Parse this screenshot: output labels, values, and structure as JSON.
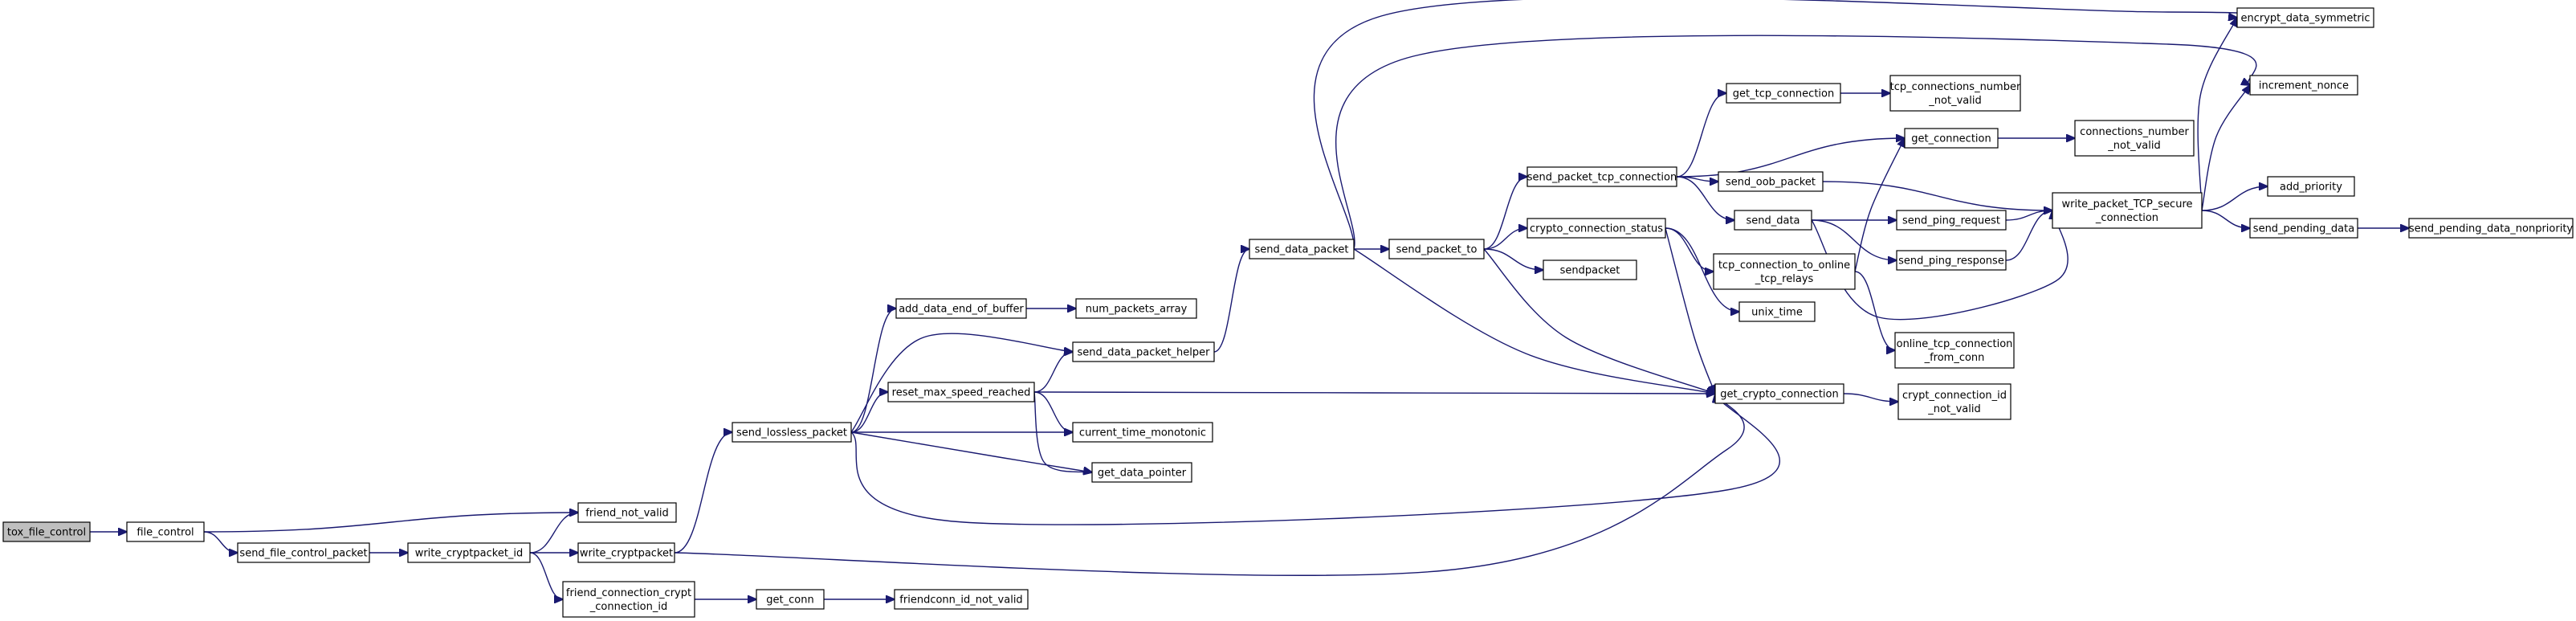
{
  "diagram": {
    "edge_color": "#191970",
    "root_fill": "#bfbfbf",
    "nodes": [
      {
        "id": "tox_file_control",
        "lines": [
          "tox_file_control"
        ],
        "root": true
      },
      {
        "id": "file_control",
        "lines": [
          "file_control"
        ]
      },
      {
        "id": "friend_not_valid",
        "lines": [
          "friend_not_valid"
        ]
      },
      {
        "id": "send_file_control_packet",
        "lines": [
          "send_file_control_packet"
        ]
      },
      {
        "id": "write_cryptpacket_id",
        "lines": [
          "write_cryptpacket_id"
        ]
      },
      {
        "id": "write_cryptpacket",
        "lines": [
          "write_cryptpacket"
        ]
      },
      {
        "id": "friend_connection_crypt_connection_id",
        "lines": [
          "friend_connection_crypt",
          "_connection_id"
        ]
      },
      {
        "id": "get_conn",
        "lines": [
          "get_conn"
        ]
      },
      {
        "id": "friendconn_id_not_valid",
        "lines": [
          "friendconn_id_not_valid"
        ]
      },
      {
        "id": "send_lossless_packet",
        "lines": [
          "send_lossless_packet"
        ]
      },
      {
        "id": "add_data_end_of_buffer",
        "lines": [
          "add_data_end_of_buffer"
        ]
      },
      {
        "id": "num_packets_array",
        "lines": [
          "num_packets_array"
        ]
      },
      {
        "id": "send_data_packet_helper",
        "lines": [
          "send_data_packet_helper"
        ]
      },
      {
        "id": "reset_max_speed_reached",
        "lines": [
          "reset_max_speed_reached"
        ]
      },
      {
        "id": "current_time_monotonic",
        "lines": [
          "current_time_monotonic"
        ]
      },
      {
        "id": "get_data_pointer",
        "lines": [
          "get_data_pointer"
        ]
      },
      {
        "id": "send_data_packet",
        "lines": [
          "send_data_packet"
        ]
      },
      {
        "id": "send_packet_to",
        "lines": [
          "send_packet_to"
        ]
      },
      {
        "id": "send_packet_tcp_connection",
        "lines": [
          "send_packet_tcp_connection"
        ]
      },
      {
        "id": "crypto_connection_status",
        "lines": [
          "crypto_connection_status"
        ]
      },
      {
        "id": "sendpacket",
        "lines": [
          "sendpacket"
        ]
      },
      {
        "id": "get_tcp_connection",
        "lines": [
          "get_tcp_connection"
        ]
      },
      {
        "id": "tcp_connections_number_not_valid",
        "lines": [
          "tcp_connections_number",
          "_not_valid"
        ]
      },
      {
        "id": "get_connection",
        "lines": [
          "get_connection"
        ]
      },
      {
        "id": "connections_number_not_valid",
        "lines": [
          "connections_number",
          "_not_valid"
        ]
      },
      {
        "id": "send_oob_packet",
        "lines": [
          "send_oob_packet"
        ]
      },
      {
        "id": "send_data",
        "lines": [
          "send_data"
        ]
      },
      {
        "id": "send_ping_request",
        "lines": [
          "send_ping_request"
        ]
      },
      {
        "id": "send_ping_response",
        "lines": [
          "send_ping_response"
        ]
      },
      {
        "id": "tcp_connection_to_online_tcp_relays",
        "lines": [
          "tcp_connection_to_online",
          "_tcp_relays"
        ]
      },
      {
        "id": "unix_time",
        "lines": [
          "unix_time"
        ]
      },
      {
        "id": "online_tcp_connection_from_conn",
        "lines": [
          "online_tcp_connection",
          "_from_conn"
        ]
      },
      {
        "id": "get_crypto_connection",
        "lines": [
          "get_crypto_connection"
        ]
      },
      {
        "id": "crypt_connection_id_not_valid",
        "lines": [
          "crypt_connection_id",
          "_not_valid"
        ]
      },
      {
        "id": "encrypt_data_symmetric",
        "lines": [
          "encrypt_data_symmetric"
        ]
      },
      {
        "id": "increment_nonce",
        "lines": [
          "increment_nonce"
        ]
      },
      {
        "id": "write_packet_TCP_secure_connection",
        "lines": [
          "write_packet_TCP_secure",
          "_connection"
        ]
      },
      {
        "id": "add_priority",
        "lines": [
          "add_priority"
        ]
      },
      {
        "id": "send_pending_data",
        "lines": [
          "send_pending_data"
        ]
      },
      {
        "id": "send_pending_data_nonpriority",
        "lines": [
          "send_pending_data_nonpriority"
        ]
      }
    ],
    "edges": [
      [
        "tox_file_control",
        "file_control"
      ],
      [
        "file_control",
        "friend_not_valid"
      ],
      [
        "file_control",
        "send_file_control_packet"
      ],
      [
        "send_file_control_packet",
        "write_cryptpacket_id"
      ],
      [
        "write_cryptpacket_id",
        "friend_not_valid"
      ],
      [
        "write_cryptpacket_id",
        "write_cryptpacket"
      ],
      [
        "write_cryptpacket_id",
        "friend_connection_crypt_connection_id"
      ],
      [
        "friend_connection_crypt_connection_id",
        "get_conn"
      ],
      [
        "get_conn",
        "friendconn_id_not_valid"
      ],
      [
        "write_cryptpacket",
        "send_lossless_packet"
      ],
      [
        "write_cryptpacket",
        "get_crypto_connection"
      ],
      [
        "send_lossless_packet",
        "add_data_end_of_buffer"
      ],
      [
        "send_lossless_packet",
        "send_data_packet_helper"
      ],
      [
        "send_lossless_packet",
        "reset_max_speed_reached"
      ],
      [
        "send_lossless_packet",
        "current_time_monotonic"
      ],
      [
        "send_lossless_packet",
        "get_data_pointer"
      ],
      [
        "send_lossless_packet",
        "get_crypto_connection"
      ],
      [
        "add_data_end_of_buffer",
        "num_packets_array"
      ],
      [
        "reset_max_speed_reached",
        "send_data_packet_helper"
      ],
      [
        "reset_max_speed_reached",
        "current_time_monotonic"
      ],
      [
        "reset_max_speed_reached",
        "get_data_pointer"
      ],
      [
        "reset_max_speed_reached",
        "get_crypto_connection"
      ],
      [
        "send_data_packet_helper",
        "send_data_packet"
      ],
      [
        "send_data_packet",
        "encrypt_data_symmetric"
      ],
      [
        "send_data_packet",
        "increment_nonce"
      ],
      [
        "send_data_packet",
        "send_packet_to"
      ],
      [
        "send_data_packet",
        "get_crypto_connection"
      ],
      [
        "send_packet_to",
        "send_packet_tcp_connection"
      ],
      [
        "send_packet_to",
        "crypto_connection_status"
      ],
      [
        "send_packet_to",
        "sendpacket"
      ],
      [
        "send_packet_to",
        "get_crypto_connection"
      ],
      [
        "send_packet_tcp_connection",
        "get_tcp_connection"
      ],
      [
        "send_packet_tcp_connection",
        "get_connection"
      ],
      [
        "send_packet_tcp_connection",
        "send_oob_packet"
      ],
      [
        "send_packet_tcp_connection",
        "send_data"
      ],
      [
        "get_tcp_connection",
        "tcp_connections_number_not_valid"
      ],
      [
        "get_connection",
        "connections_number_not_valid"
      ],
      [
        "send_oob_packet",
        "write_packet_TCP_secure_connection"
      ],
      [
        "send_data",
        "send_ping_request"
      ],
      [
        "send_data",
        "send_ping_response"
      ],
      [
        "send_data",
        "write_packet_TCP_secure_connection"
      ],
      [
        "send_ping_request",
        "write_packet_TCP_secure_connection"
      ],
      [
        "send_ping_response",
        "write_packet_TCP_secure_connection"
      ],
      [
        "crypto_connection_status",
        "tcp_connection_to_online_tcp_relays"
      ],
      [
        "crypto_connection_status",
        "unix_time"
      ],
      [
        "crypto_connection_status",
        "get_crypto_connection"
      ],
      [
        "tcp_connection_to_online_tcp_relays",
        "get_connection"
      ],
      [
        "tcp_connection_to_online_tcp_relays",
        "online_tcp_connection_from_conn"
      ],
      [
        "get_crypto_connection",
        "crypt_connection_id_not_valid"
      ],
      [
        "write_packet_TCP_secure_connection",
        "encrypt_data_symmetric"
      ],
      [
        "write_packet_TCP_secure_connection",
        "increment_nonce"
      ],
      [
        "write_packet_TCP_secure_connection",
        "add_priority"
      ],
      [
        "write_packet_TCP_secure_connection",
        "send_pending_data"
      ],
      [
        "send_pending_data",
        "send_pending_data_nonpriority"
      ]
    ]
  }
}
